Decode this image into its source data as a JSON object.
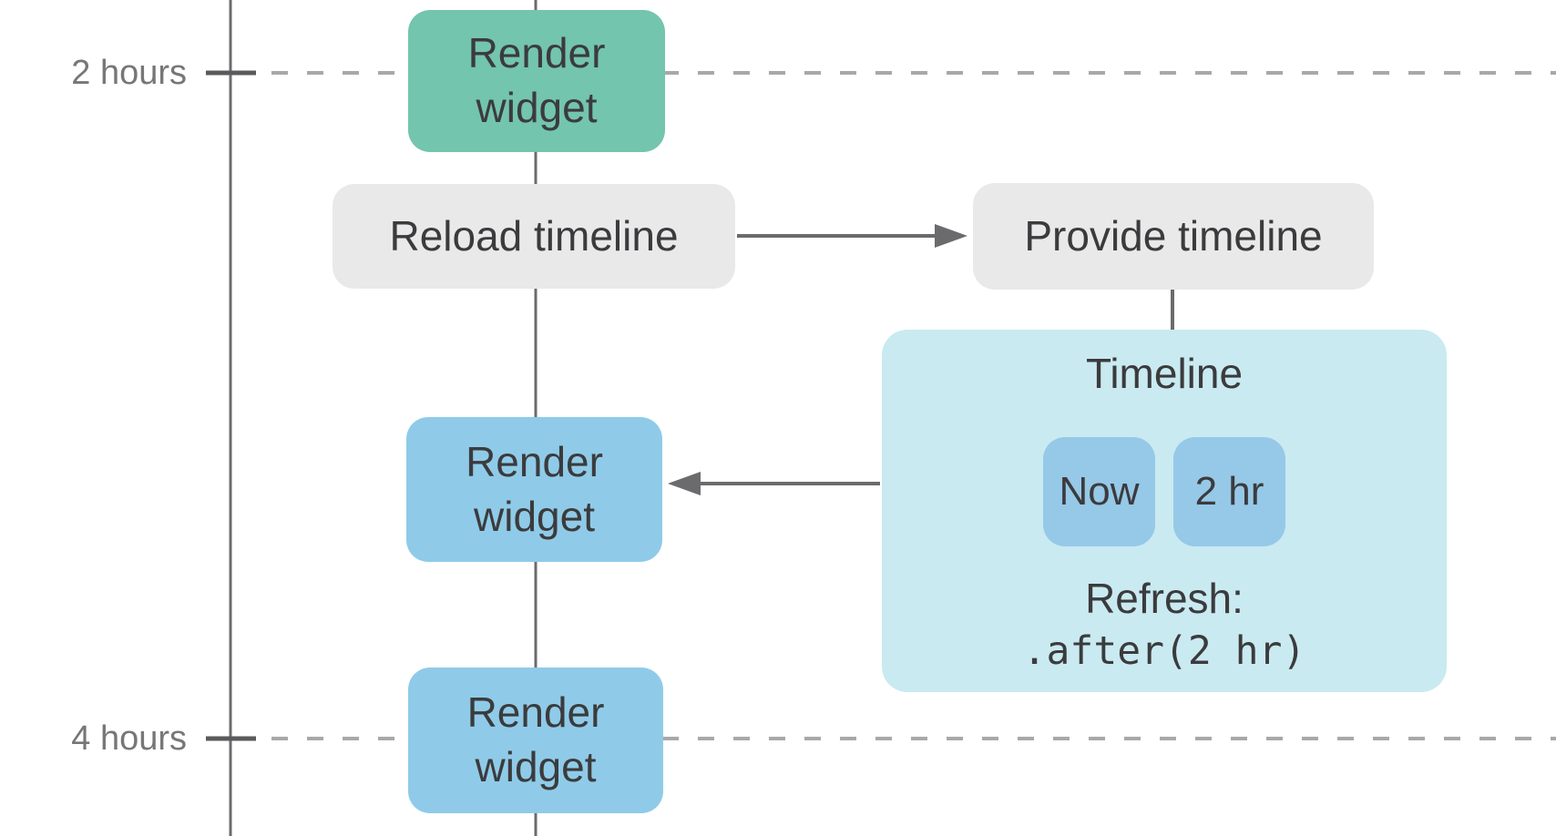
{
  "diagram": {
    "axis_labels": [
      {
        "label": "2 hours"
      },
      {
        "label": "4 hours"
      }
    ],
    "nodes": {
      "render_widget_top": {
        "label": "Render widget"
      },
      "reload_timeline": {
        "label": "Reload timeline"
      },
      "provide_timeline": {
        "label": "Provide timeline"
      },
      "render_widget_middle": {
        "label": "Render widget"
      },
      "render_widget_bottom": {
        "label": "Render widget"
      }
    },
    "timeline_card": {
      "title": "Timeline",
      "entries": [
        {
          "label": "Now"
        },
        {
          "label": "2 hr"
        }
      ],
      "refresh_label": "Refresh:",
      "refresh_code": ".after(2 hr)"
    },
    "colors": {
      "green_node": "#73c5ad",
      "blue_node": "#8fcbe8",
      "gray_node": "#e9e9ea",
      "timeline_card_bg": "#c9eaf1",
      "timeline_entry_bg": "#96c8e8",
      "solid_line": "#6b6b6e",
      "dashed_line": "#a8a8aa",
      "tick": "#5a5a5d",
      "text_dark": "#3b3b3d",
      "text_gray": "#77777a"
    }
  }
}
